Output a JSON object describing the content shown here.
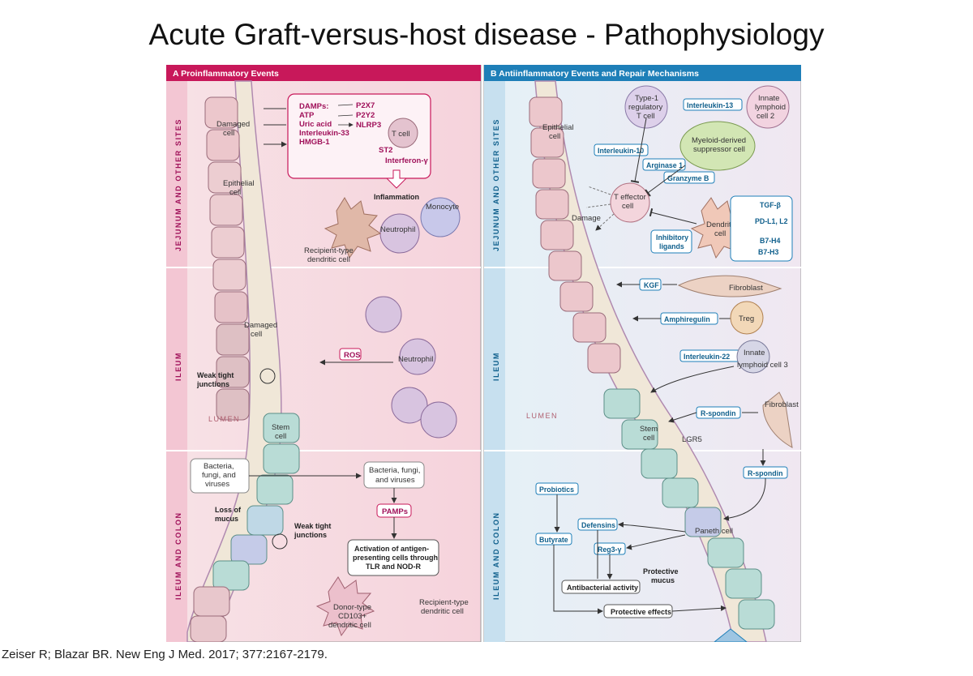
{
  "title": "Acute Graft-versus-host disease - Pathophysiology",
  "citation": "Zeiser R; Blazar BR. New Eng J Med. 2017; 377:2167-2179.",
  "colors": {
    "panel_a_header": "#c8185a",
    "panel_b_header": "#1e7fb8",
    "panel_a_bg": "#f9dde4",
    "panel_b_bg": "#e3f0f8"
  },
  "panel_a": {
    "header": "A  Proinflammatory Events",
    "sections": [
      "JEJUNUM AND OTHER SITES",
      "ILEUM",
      "ILEUM AND COLON"
    ],
    "lumen": "LUMEN",
    "damps": [
      "DAMPs:",
      "ATP",
      "Uric acid",
      "Interleukin-33",
      "HMGB-1"
    ],
    "receptors": [
      "P2X7",
      "P2Y2",
      "NLRP3"
    ],
    "st2": "ST2",
    "t_cell": "T cell",
    "interferon": "Interferon-γ",
    "inflammation": "Inflammation",
    "damaged_cell": [
      "Damaged",
      "cell"
    ],
    "epithelial_cell": [
      "Epithelial",
      "cell"
    ],
    "monocyte": "Monocyte",
    "neutrophil": "Neutrophil",
    "recipient_dc": [
      "Recipient-type",
      "dendritic cell"
    ],
    "ros": "ROS",
    "weak_tight": [
      "Weak tight",
      "junctions"
    ],
    "stem_cell": [
      "Stem",
      "cell"
    ],
    "bacteria_left": [
      "Bacteria,",
      "fungi, and",
      "viruses"
    ],
    "bacteria_box": [
      "Bacteria, fungi,",
      "and viruses"
    ],
    "pamps": "PAMPs",
    "loss_mucus": [
      "Loss of",
      "mucus"
    ],
    "activation": [
      "Activation of antigen-",
      "presenting cells through",
      "TLR and NOD-R"
    ],
    "donor_dc": [
      "Donor-type",
      "CD103+",
      "dendritic cell"
    ],
    "recipient_dc2": [
      "Recipient-type",
      "dendritic cell"
    ]
  },
  "panel_b": {
    "header": "B  Antiinflammatory Events and Repair Mechanisms",
    "sections": [
      "JEJUNUM AND OTHER SITES",
      "ILEUM",
      "ILEUM AND COLON"
    ],
    "lumen": "LUMEN",
    "epithelial_cell": [
      "Epithelial",
      "cell"
    ],
    "treg1": [
      "Type-1",
      "regulatory",
      "T cell"
    ],
    "il13": "Interleukin-13",
    "ilc2": [
      "Innate",
      "lymphoid",
      "cell 2"
    ],
    "mdsc": [
      "Myeloid-derived",
      "suppressor cell"
    ],
    "il10": "Interleukin-10",
    "arginase": "Arginase 1",
    "granzyme": "Granzyme B",
    "t_effector": [
      "T effector",
      "cell"
    ],
    "damage": "Damage",
    "dendritic": [
      "Dendritic",
      "cell"
    ],
    "ligands": [
      "TGF-β",
      "PD-L1, L2",
      "B7-H4",
      "B7-H3"
    ],
    "inhibitory": [
      "Inhibitory",
      "ligands"
    ],
    "kgf": "KGF",
    "fibroblast": "Fibroblast",
    "amphiregulin": "Amphiregulin",
    "treg": "Treg",
    "il22": "Interleukin-22",
    "ilc3": [
      "Innate",
      "lymphoid cell 3"
    ],
    "rspondin": "R-spondin",
    "stem_cell": [
      "Stem",
      "cell"
    ],
    "lgr5": "LGR5",
    "probiotics": "Probiotics",
    "defensins": "Defensins",
    "paneth": "Paneth cell",
    "butyrate": "Butyrate",
    "reg3": "Reg3-γ",
    "protective_mucus": [
      "Protective",
      "mucus"
    ],
    "antibacterial": "Antibacterial activity",
    "protective_effects": "Protective effects"
  }
}
